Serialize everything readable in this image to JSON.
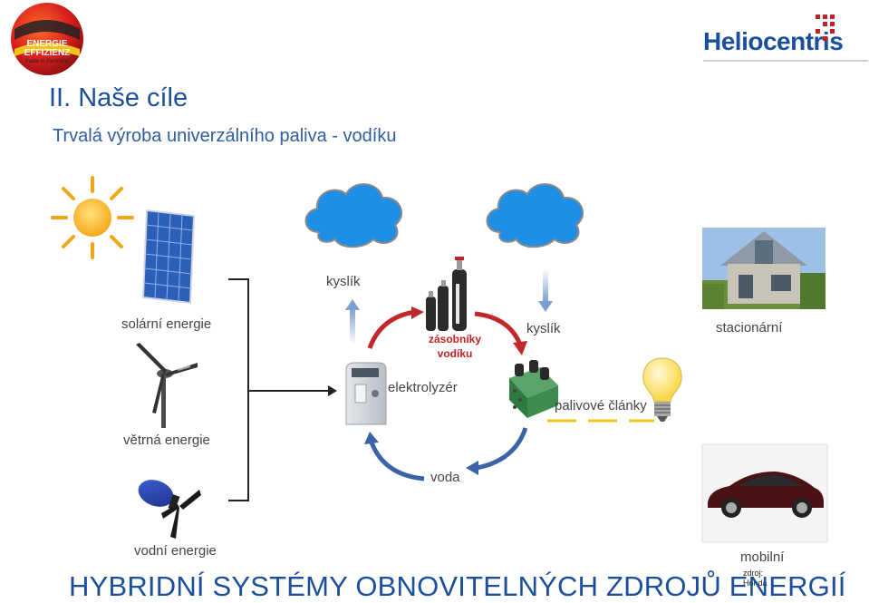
{
  "header": {
    "logo_line1": "ENERGIE",
    "logo_line2": "EFFIZIENZ",
    "logo_line3": "made in Germany",
    "brand": "Heliocentris"
  },
  "slide": {
    "title": "II. Naše cíle",
    "subtitle": "Trvalá výroba univerzálního paliva - vodíku",
    "footer_title": "HYBRIDNÍ SYSTÉMY OBNOVITELNÝCH ZDROJŮ ENERGIÍ"
  },
  "diagram": {
    "sources": {
      "solar": "solární energie",
      "wind": "větrná energie",
      "water": "vodní energie"
    },
    "oxygen_left": "kyslík",
    "oxygen_right": "kyslík",
    "storage_line1": "zásobníky",
    "storage_line2": "vodíku",
    "electrolyzer": "elektrolyzér",
    "fuel_cells": "palivové články",
    "water": "voda",
    "stationary": "stacionární",
    "mobile": "mobilní",
    "source_line1": "zdroj:",
    "source_line2": "Honda"
  },
  "colors": {
    "primary_blue": "#1b4f9c",
    "arrow_red": "#c0282a",
    "arrow_blue": "#3a63a8",
    "cloud_blue": "#1f8fe6",
    "dash_yellow": "#f0c419"
  }
}
